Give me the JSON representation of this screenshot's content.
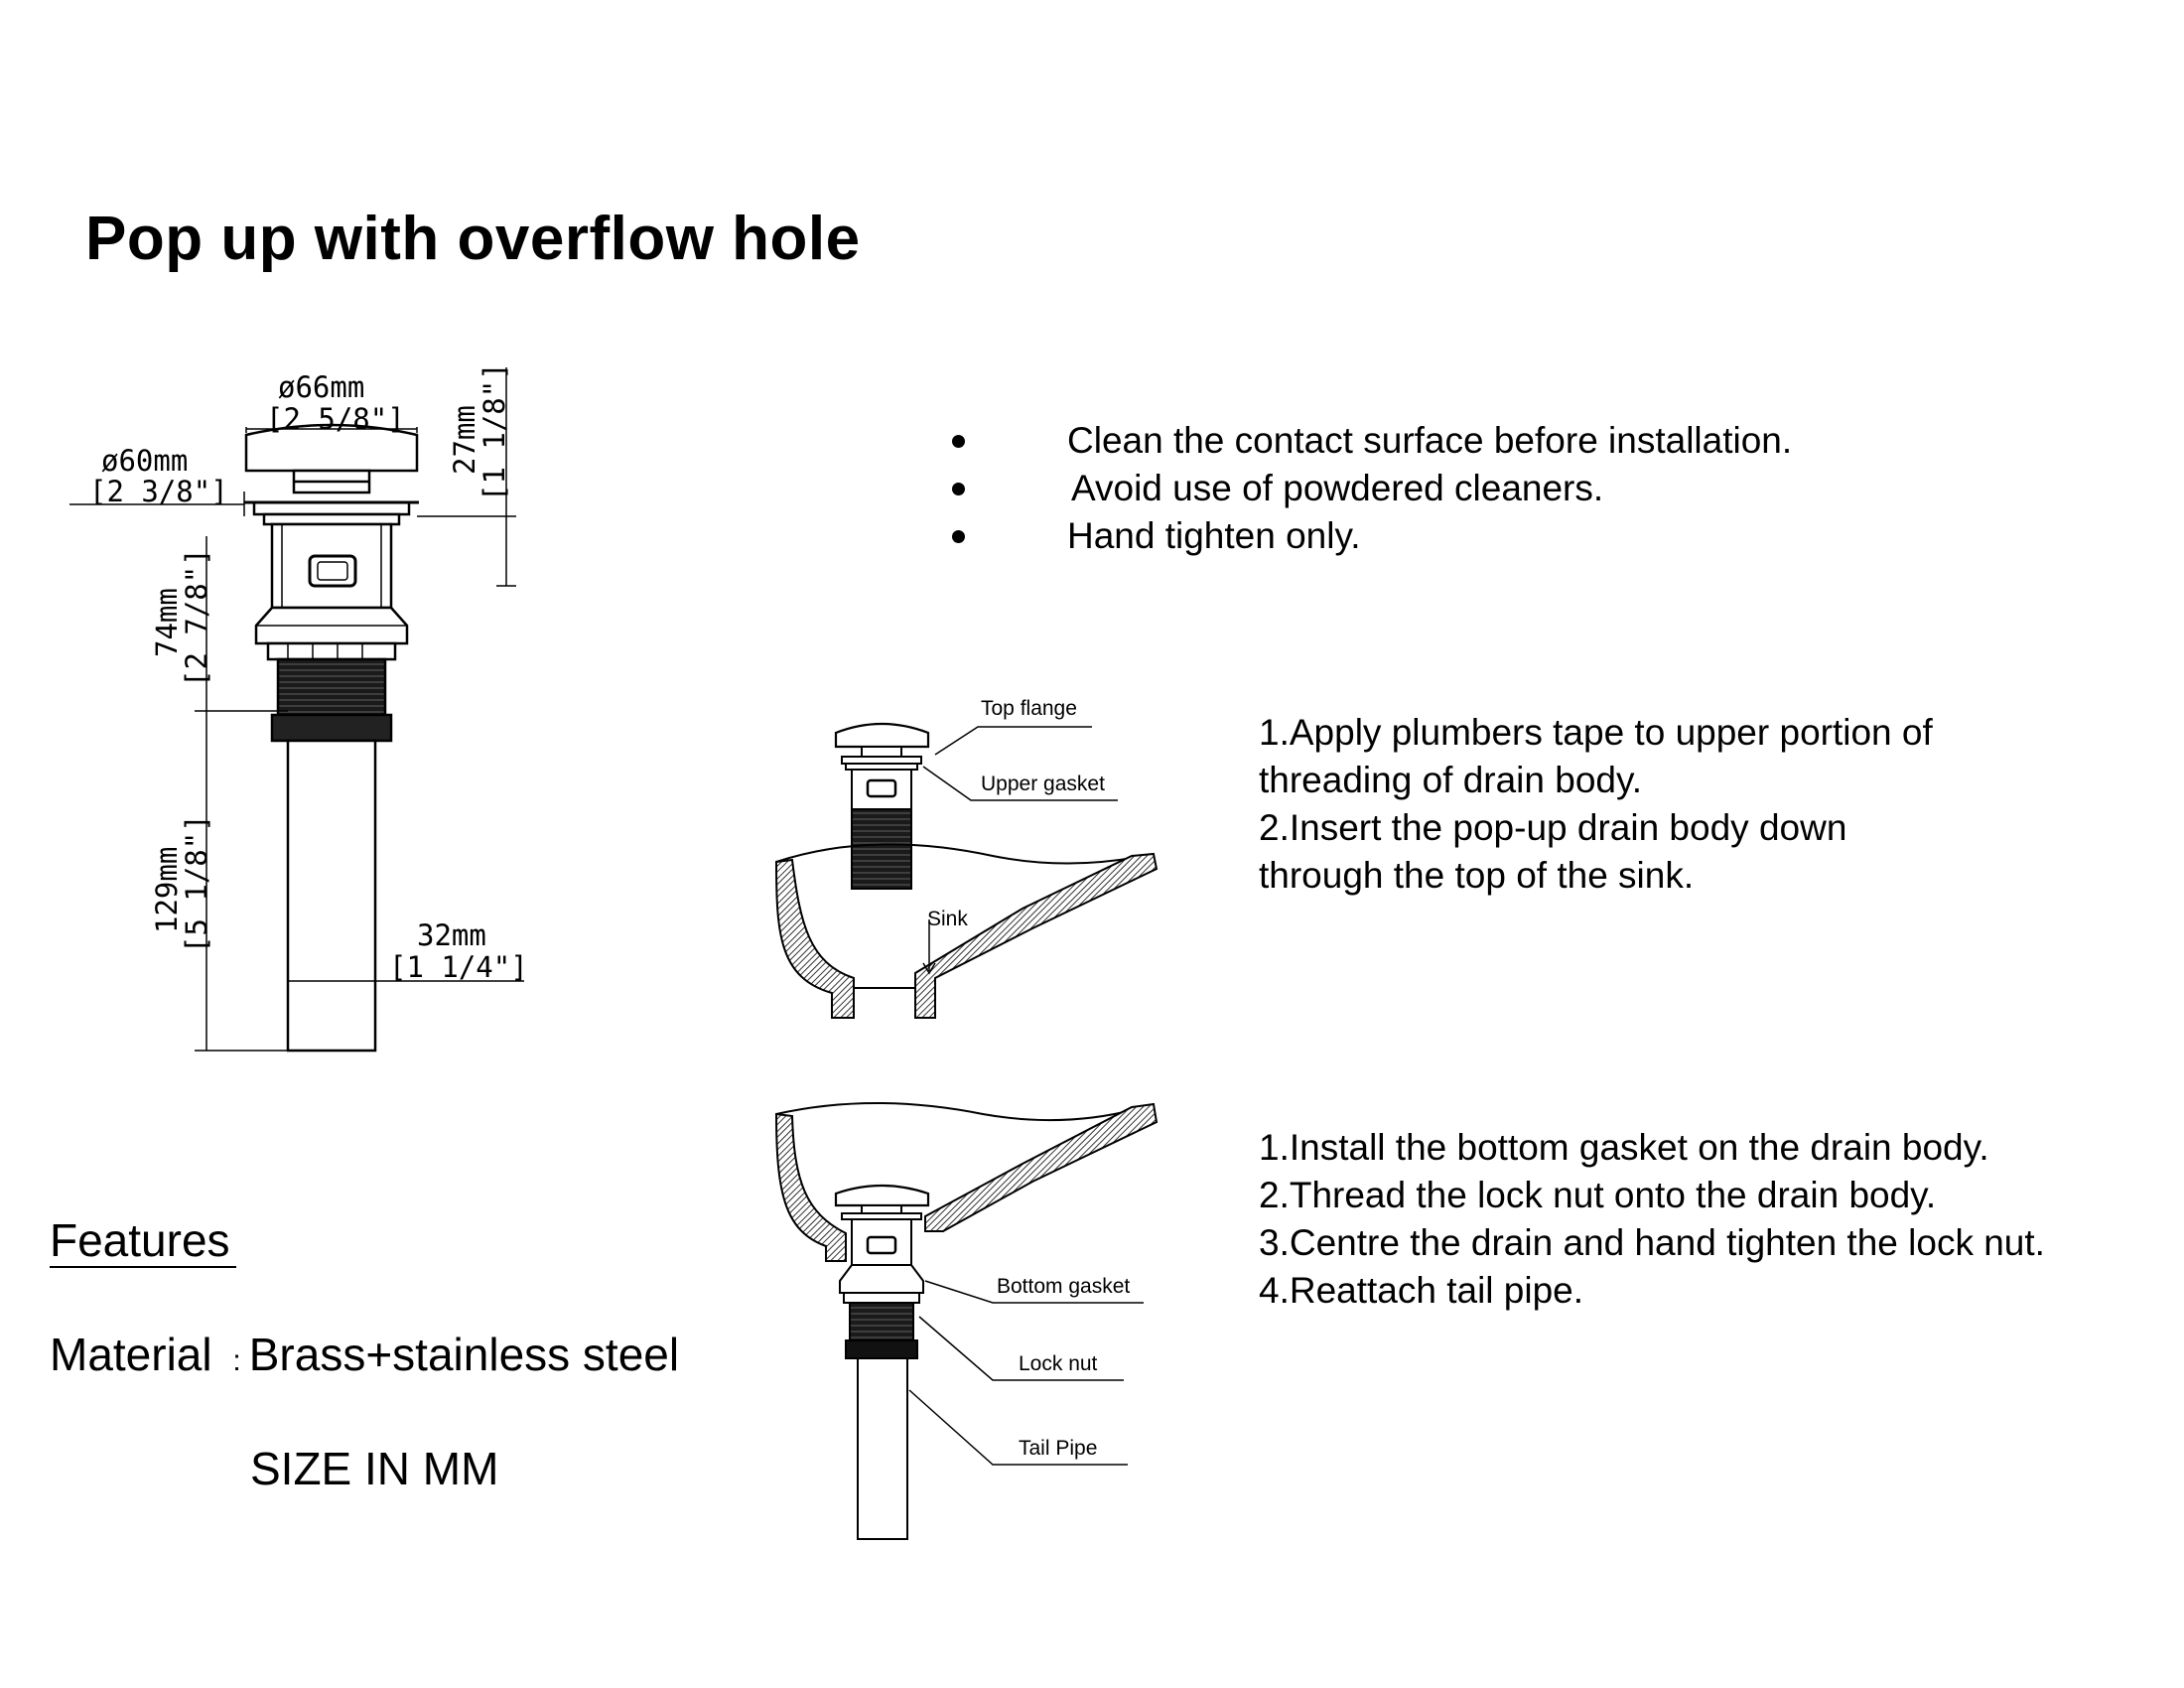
{
  "title": "Pop up with overflow hole",
  "dimensions": {
    "top_dia": "ø66mm",
    "top_dia_in": "[2 5/8\"]",
    "flange_dia": "ø60mm",
    "flange_dia_in": "[2 3/8\"]",
    "top_height": "27mm",
    "top_height_in": "[1 1/8\"]",
    "body_height": "74mm",
    "body_height_in": "[2 7/8\"]",
    "tail_height": "129mm",
    "tail_height_in": "[5 1/8\"]",
    "pipe_dia": "32mm",
    "pipe_dia_in": "[1 1/4\"]"
  },
  "notes": [
    "Clean the contact surface before installation.",
    "Avoid use of powdered cleaners.",
    "Hand tighten only."
  ],
  "diagram1": {
    "labels": {
      "top_flange": "Top flange",
      "upper_gasket": "Upper gasket",
      "sink": "Sink"
    },
    "steps": [
      "1.Apply plumbers tape to upper portion of",
      "threading of drain body.",
      "2.Insert the pop-up drain body down",
      "through the top of the sink."
    ]
  },
  "diagram2": {
    "labels": {
      "bottom_gasket": "Bottom gasket",
      "lock_nut": "Lock nut",
      "tail_pipe": "Tail Pipe"
    },
    "steps": [
      "1.Install the bottom gasket on the drain body.",
      "2.Thread the lock nut onto the drain body.",
      "3.Centre the drain and hand tighten the lock nut.",
      "4.Reattach tail pipe."
    ]
  },
  "features": {
    "heading": "Features",
    "material_label": "Material",
    "material_sep": ":",
    "material_value": "Brass+stainless steel",
    "size_note": "SIZE IN MM"
  }
}
